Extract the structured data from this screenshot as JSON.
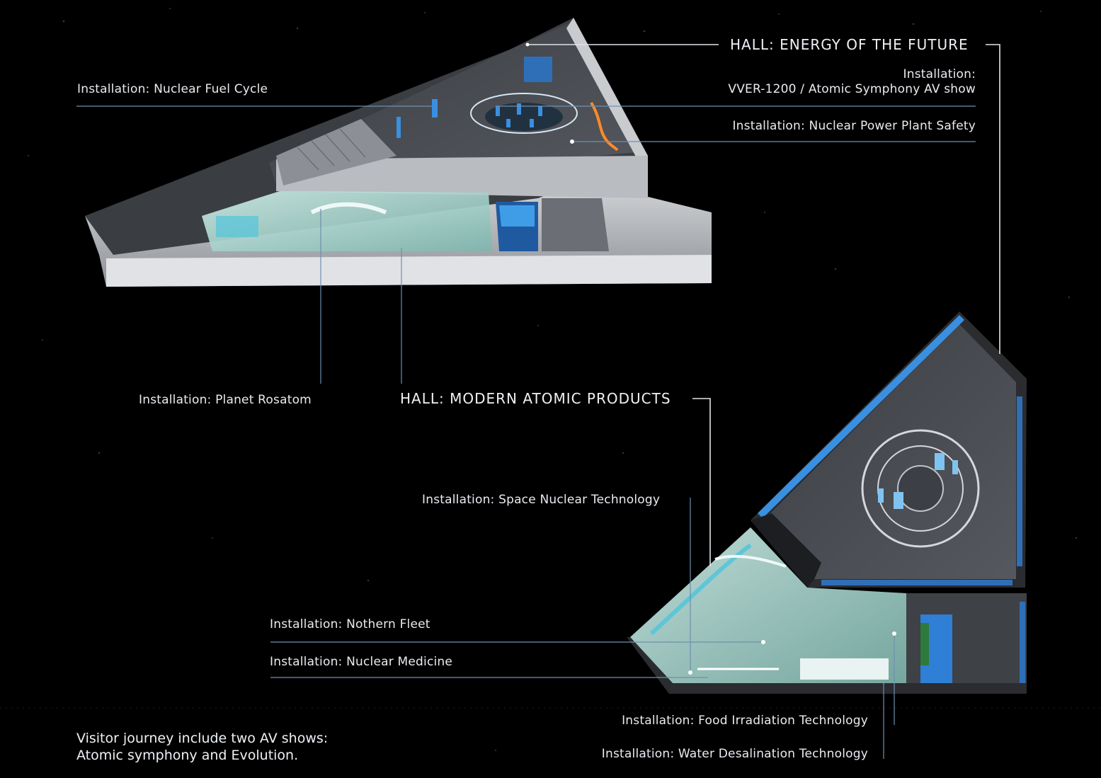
{
  "halls": {
    "energy_future": "HALL: ENERGY OF THE FUTURE",
    "modern_atomic": "HALL: MODERN ATOMIC PRODUCTS"
  },
  "installations": {
    "nuclear_fuel_cycle": "Installation: Nuclear Fuel Cycle",
    "vver_line1": "Installation:",
    "vver_line2": "VVER-1200 / Atomic Symphony AV show",
    "npp_safety": "Installation: Nuclear Power Plant Safety",
    "planet_rosatom": "Installation: Planet Rosatom",
    "space_nuclear": "Installation: Space Nuclear Technology",
    "northern_fleet": "Installation: Nothern Fleet",
    "nuclear_medicine": "Installation: Nuclear Medicine",
    "food_irradiation": "Installation: Food Irradiation Technology",
    "water_desalination": "Installation: Water Desalination Technology"
  },
  "journey": {
    "line1": "Visitor journey include two AV shows:",
    "line2": "Atomic symphony and Evolution."
  },
  "colors": {
    "background": "#000000",
    "leader_line": "#6f8fb0",
    "accent_blue": "#3a8fe0",
    "glass_cyan": "#a9d6cf",
    "floor_grey": "#4a4d52"
  }
}
